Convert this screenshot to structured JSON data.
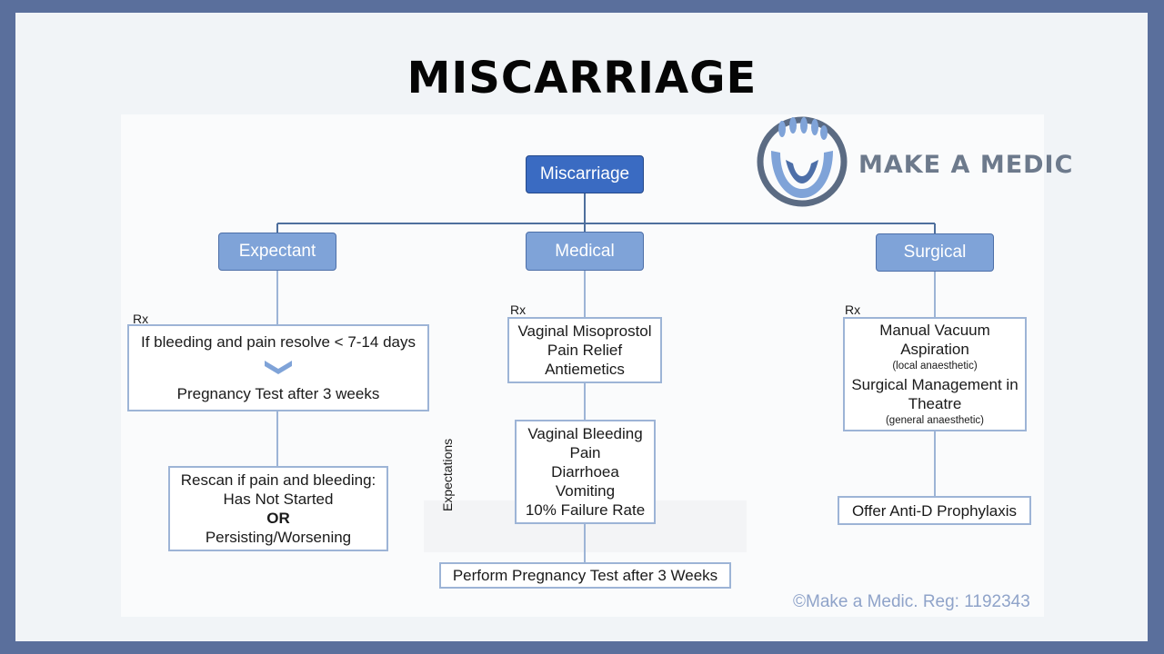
{
  "title": "MISCARRIAGE",
  "logo": {
    "text": "MAKE A MEDIC",
    "icon": "hands-logo-icon"
  },
  "root": "Miscarriage",
  "branches": {
    "expectant": {
      "label": "Expectant",
      "rx": "Rx",
      "line1": "If bleeding and pain resolve < 7-14 days",
      "line2": "Pregnancy Test after 3 weeks",
      "rescan": {
        "heading": "Rescan if pain and bleeding:",
        "opt1": "Has Not Started",
        "or": "OR",
        "opt2": "Persisting/Worsening"
      }
    },
    "medical": {
      "label": "Medical",
      "rx": "Rx",
      "treatment": [
        "Vaginal Misoprostol",
        "Pain Relief",
        "Antiemetics"
      ],
      "expectations_label": "Expectations",
      "expectations": [
        "Vaginal Bleeding",
        "Pain",
        "Diarrhoea",
        "Vomiting",
        "10% Failure Rate"
      ],
      "followup": "Perform Pregnancy Test after 3 Weeks"
    },
    "surgical": {
      "label": "Surgical",
      "rx": "Rx",
      "mva": "Manual Vacuum Aspiration",
      "mva_note": "(local anaesthetic)",
      "theatre": "Surgical Management in Theatre",
      "theatre_note": "(general anaesthetic)",
      "followup": "Offer Anti-D Prophylaxis"
    }
  },
  "copyright": "©Make a Medic. Reg: 1192343",
  "colors": {
    "root": "#3a6bc2",
    "branch": "#7fa3d8",
    "border": "#9db4d6",
    "connector": "#4e6f9d"
  }
}
